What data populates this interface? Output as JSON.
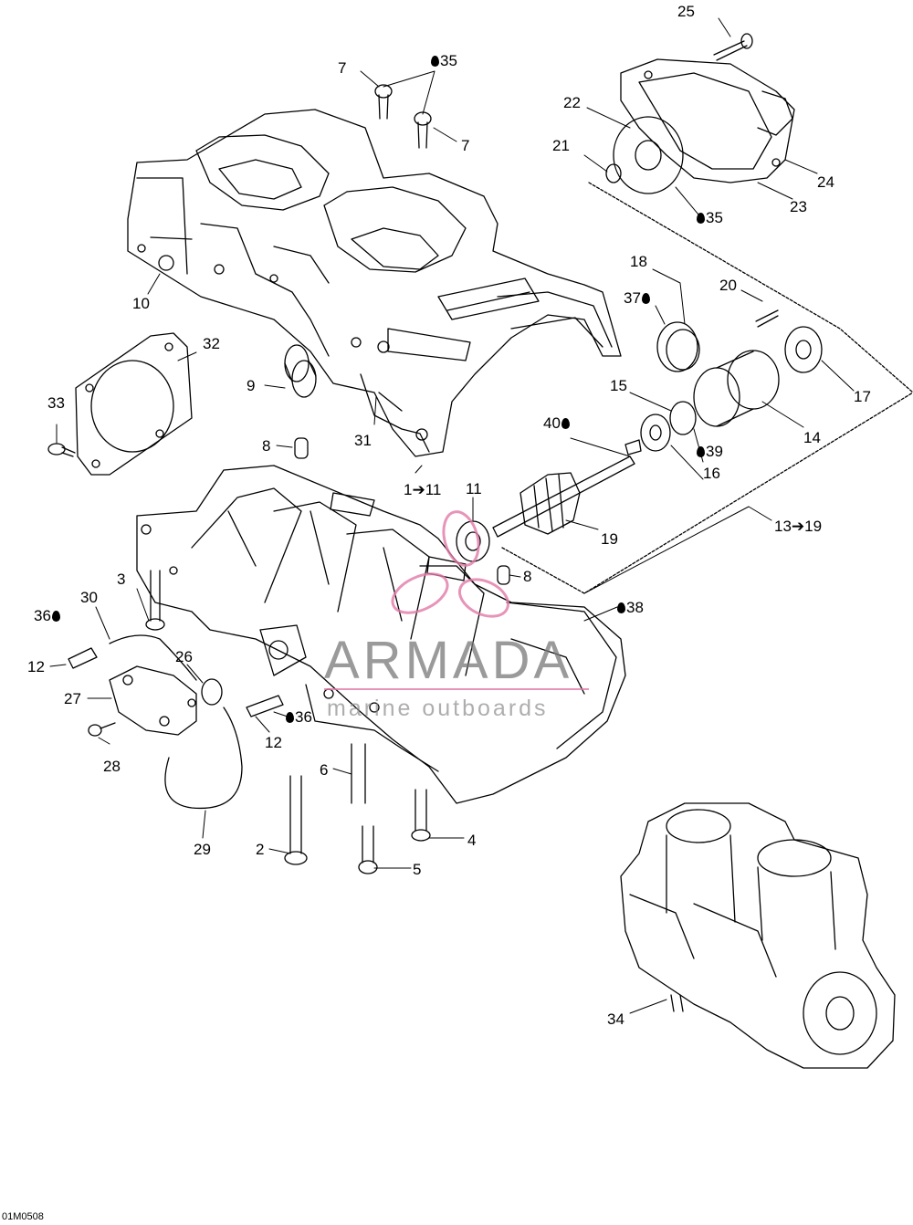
{
  "diagram": {
    "drawing_code": "01M0508",
    "watermark": {
      "name": "ARMADA",
      "subtitle": "marine outboards",
      "logo_color": "#e27aa8"
    },
    "callouts": [
      {
        "id": "c25",
        "text": "25",
        "drop": "none"
      },
      {
        "id": "c7a",
        "text": "7",
        "drop": "none"
      },
      {
        "id": "c35a",
        "text": "35",
        "drop": "before"
      },
      {
        "id": "c7b",
        "text": "7",
        "drop": "none"
      },
      {
        "id": "c22",
        "text": "22",
        "drop": "none"
      },
      {
        "id": "c21",
        "text": "21",
        "drop": "none"
      },
      {
        "id": "c24",
        "text": "24",
        "drop": "none"
      },
      {
        "id": "c23",
        "text": "23",
        "drop": "none"
      },
      {
        "id": "c35b",
        "text": "35",
        "drop": "before"
      },
      {
        "id": "c18",
        "text": "18",
        "drop": "none"
      },
      {
        "id": "c37",
        "text": "37",
        "drop": "after"
      },
      {
        "id": "c20",
        "text": "20",
        "drop": "none"
      },
      {
        "id": "c10",
        "text": "10",
        "drop": "none"
      },
      {
        "id": "c32",
        "text": "32",
        "drop": "none"
      },
      {
        "id": "c9",
        "text": "9",
        "drop": "none"
      },
      {
        "id": "c15",
        "text": "15",
        "drop": "none"
      },
      {
        "id": "c17",
        "text": "17",
        "drop": "none"
      },
      {
        "id": "c33",
        "text": "33",
        "drop": "none"
      },
      {
        "id": "c40",
        "text": "40",
        "drop": "after"
      },
      {
        "id": "c14",
        "text": "14",
        "drop": "none"
      },
      {
        "id": "c31",
        "text": "31",
        "drop": "none"
      },
      {
        "id": "c8a",
        "text": "8",
        "drop": "none"
      },
      {
        "id": "c39",
        "text": "39",
        "drop": "before"
      },
      {
        "id": "c16",
        "text": "16",
        "drop": "none"
      },
      {
        "id": "c1to11",
        "text": "1➔11",
        "drop": "none"
      },
      {
        "id": "c11",
        "text": "11",
        "drop": "none"
      },
      {
        "id": "c13to19",
        "text": "13➔19",
        "drop": "none"
      },
      {
        "id": "c19",
        "text": "19",
        "drop": "none"
      },
      {
        "id": "c8b",
        "text": "8",
        "drop": "none"
      },
      {
        "id": "c3",
        "text": "3",
        "drop": "none"
      },
      {
        "id": "c30",
        "text": "30",
        "drop": "none"
      },
      {
        "id": "c38",
        "text": "38",
        "drop": "before"
      },
      {
        "id": "c36a",
        "text": "36",
        "drop": "after"
      },
      {
        "id": "c12a",
        "text": "12",
        "drop": "none"
      },
      {
        "id": "c26",
        "text": "26",
        "drop": "none"
      },
      {
        "id": "c27",
        "text": "27",
        "drop": "none"
      },
      {
        "id": "c36b",
        "text": "36",
        "drop": "before"
      },
      {
        "id": "c12b",
        "text": "12",
        "drop": "none"
      },
      {
        "id": "c28",
        "text": "28",
        "drop": "none"
      },
      {
        "id": "c6",
        "text": "6",
        "drop": "none"
      },
      {
        "id": "c29",
        "text": "29",
        "drop": "none"
      },
      {
        "id": "c2",
        "text": "2",
        "drop": "none"
      },
      {
        "id": "c4",
        "text": "4",
        "drop": "none"
      },
      {
        "id": "c5",
        "text": "5",
        "drop": "none"
      },
      {
        "id": "c34",
        "text": "34",
        "drop": "none"
      }
    ]
  }
}
